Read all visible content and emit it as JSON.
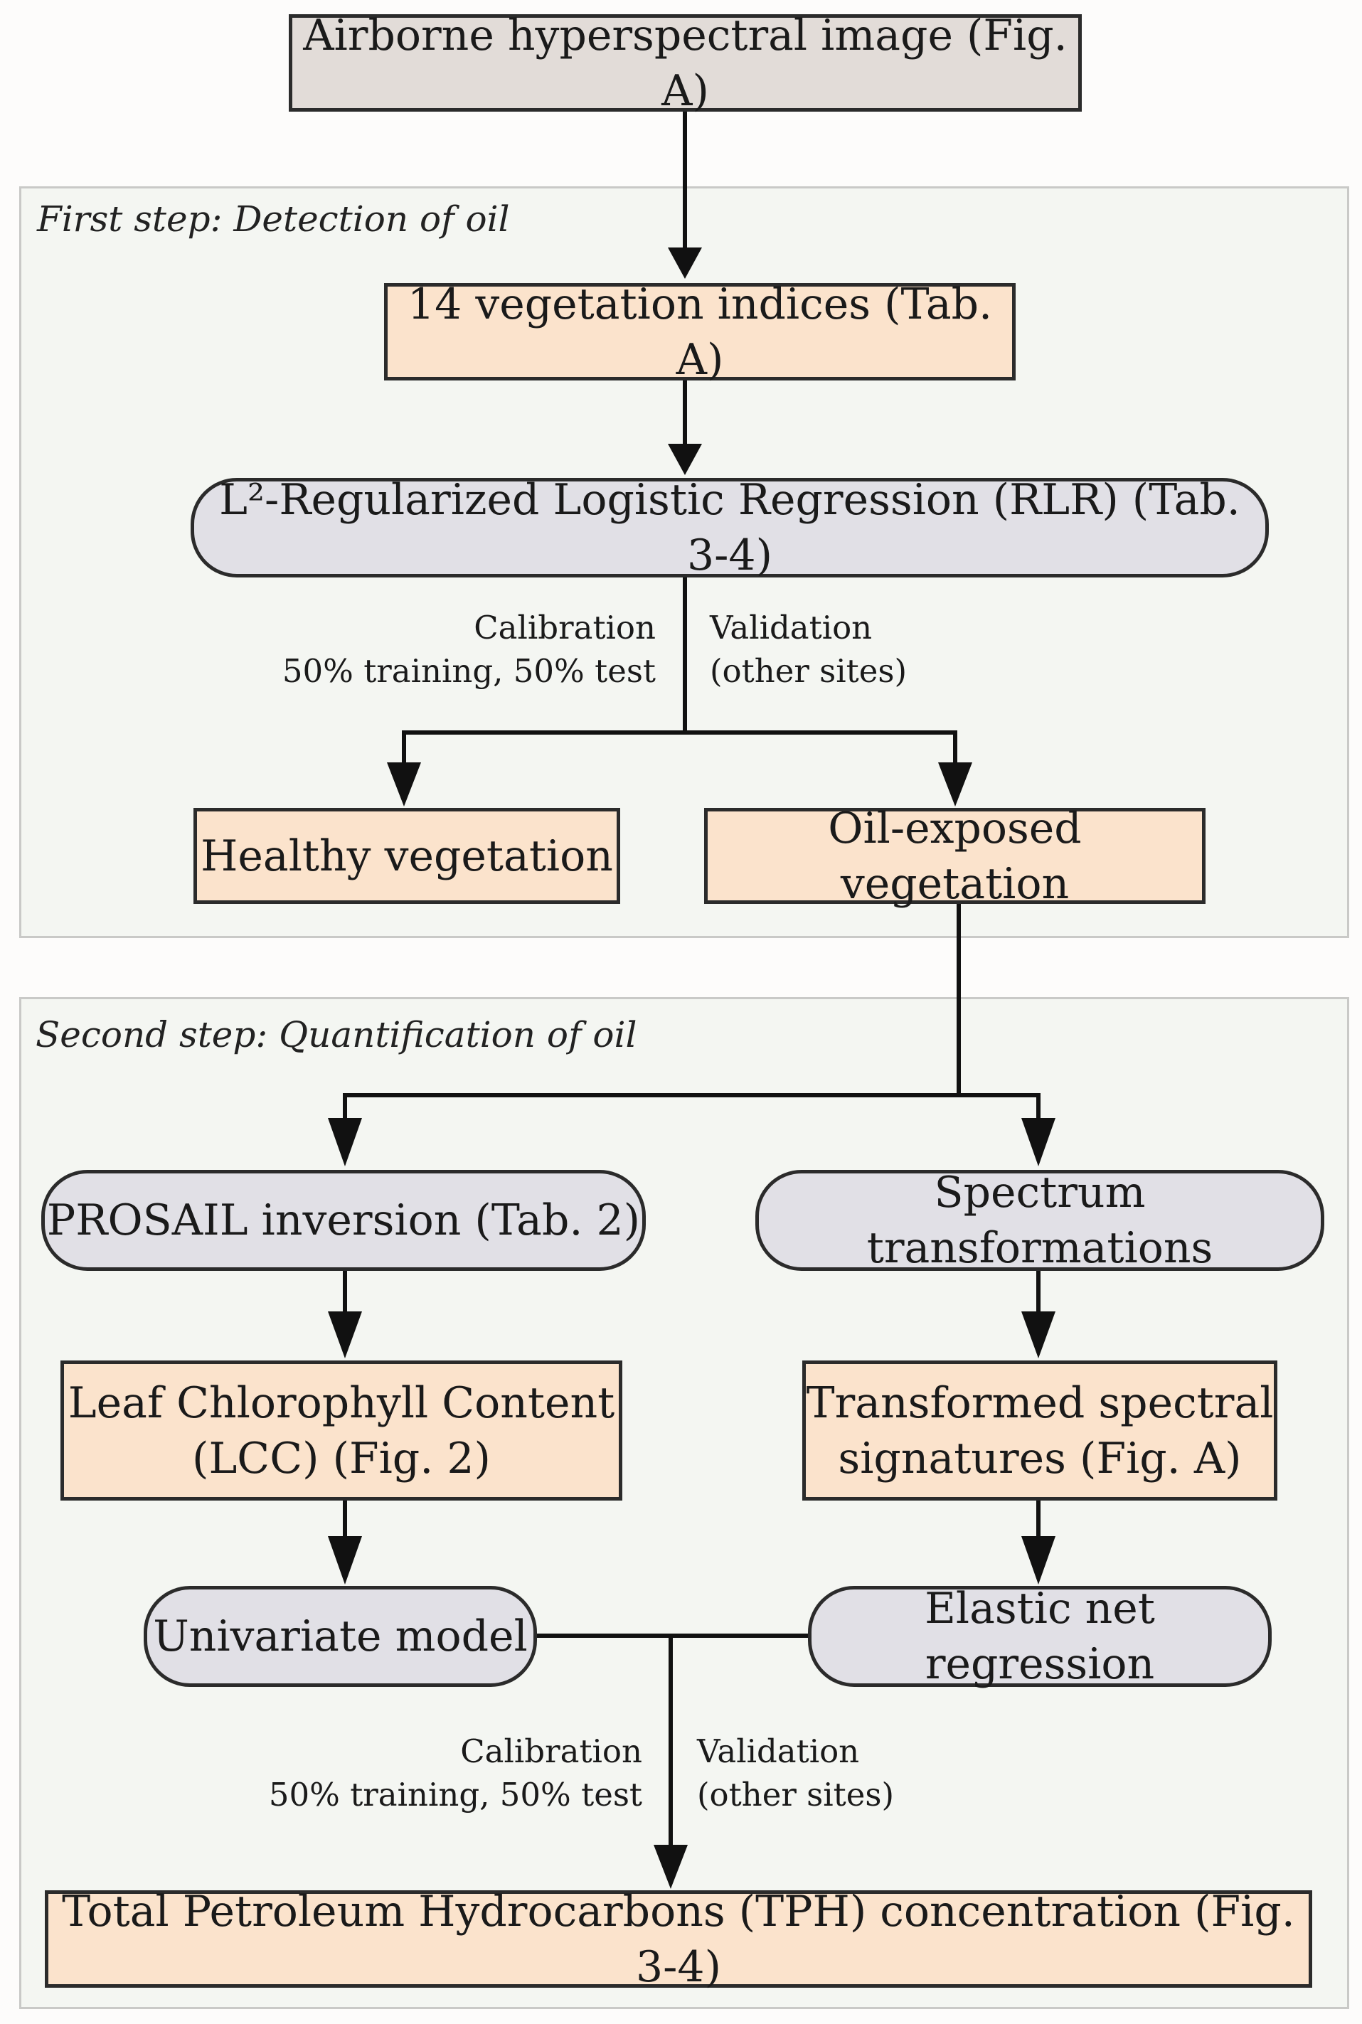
{
  "nodes": {
    "airborne": "Airborne hyperspectral image (Fig. A)",
    "indices": "14 vegetation indices (Tab. A)",
    "rlr": "L²-Regularized Logistic Regression (RLR) (Tab. 3-4)",
    "healthy": "Healthy vegetation",
    "oil_exposed": "Oil-exposed vegetation",
    "prosail": "PROSAIL inversion (Tab. 2)",
    "spectrum": "Spectrum transformations",
    "lcc": "Leaf Chlorophyll Content\n(LCC) (Fig. 2)",
    "transformed": "Transformed spectral\nsignatures (Fig. A)",
    "univariate": "Univariate model",
    "elastic": "Elastic net regression",
    "tph": "Total Petroleum Hydrocarbons (TPH) concentration (Fig. 3-4)"
  },
  "steps": {
    "first": "First step: Detection of oil",
    "second": "Second step: Quantification of oil"
  },
  "labels": {
    "calibration_1": "Calibration\n50% training, 50% test",
    "validation_1": "Validation\n(other sites)",
    "calibration_2": "Calibration\n50% training, 50% test",
    "validation_2": "Validation\n(other sites)"
  },
  "colors": {
    "rect_fill": "#fbe3cc",
    "pill_fill": "#e1e0e6",
    "source_fill": "#e2dcd8",
    "panel_fill": "#f4f6f2"
  }
}
